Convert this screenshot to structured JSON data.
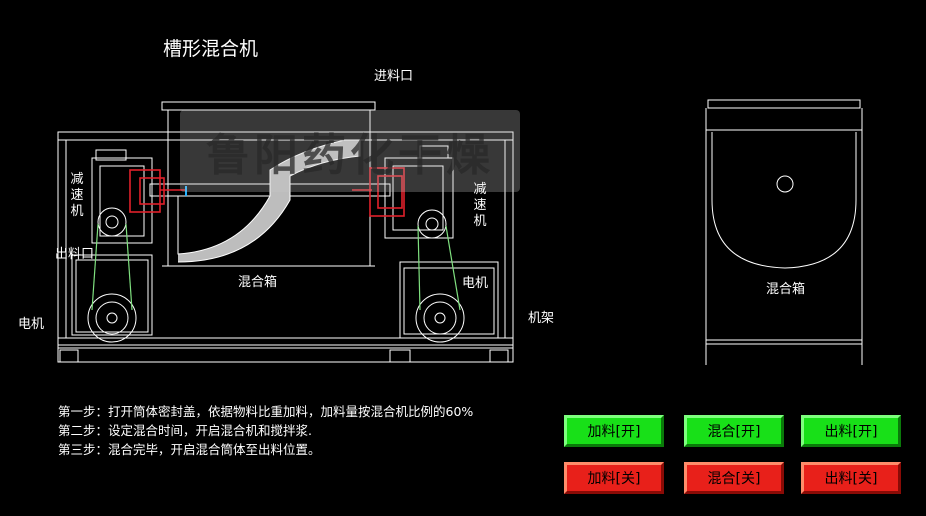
{
  "title": "槽形混合机",
  "watermark": "鲁阳药化干燥",
  "labels": {
    "inlet": "进料口",
    "reducer_left": "减速机",
    "reducer_right": "减速机",
    "outlet": "出料口",
    "motor_left": "电机",
    "motor_right": "电机",
    "mixing_box": "混合箱",
    "mixing_box_side": "混合箱",
    "frame": "机架"
  },
  "steps": [
    "第一步：打开筒体密封盖，依据物料比重加料，加料量按混合机比例的60%",
    "第二步：设定混合时间，开启混合机和搅拌浆.",
    "第三步：混合完毕，开启混合筒体至出料位置。"
  ],
  "buttons": {
    "feed_on": "加料[开]",
    "mix_on": "混合[开]",
    "discharge_on": "出料[开]",
    "feed_off": "加料[关]",
    "mix_off": "混合[关]",
    "discharge_off": "出料[关]"
  },
  "colors": {
    "on": "#18e018",
    "off": "#e8201a",
    "line": "#ffffff",
    "coupling": "#e0202a",
    "belt": "#7fe07f"
  }
}
